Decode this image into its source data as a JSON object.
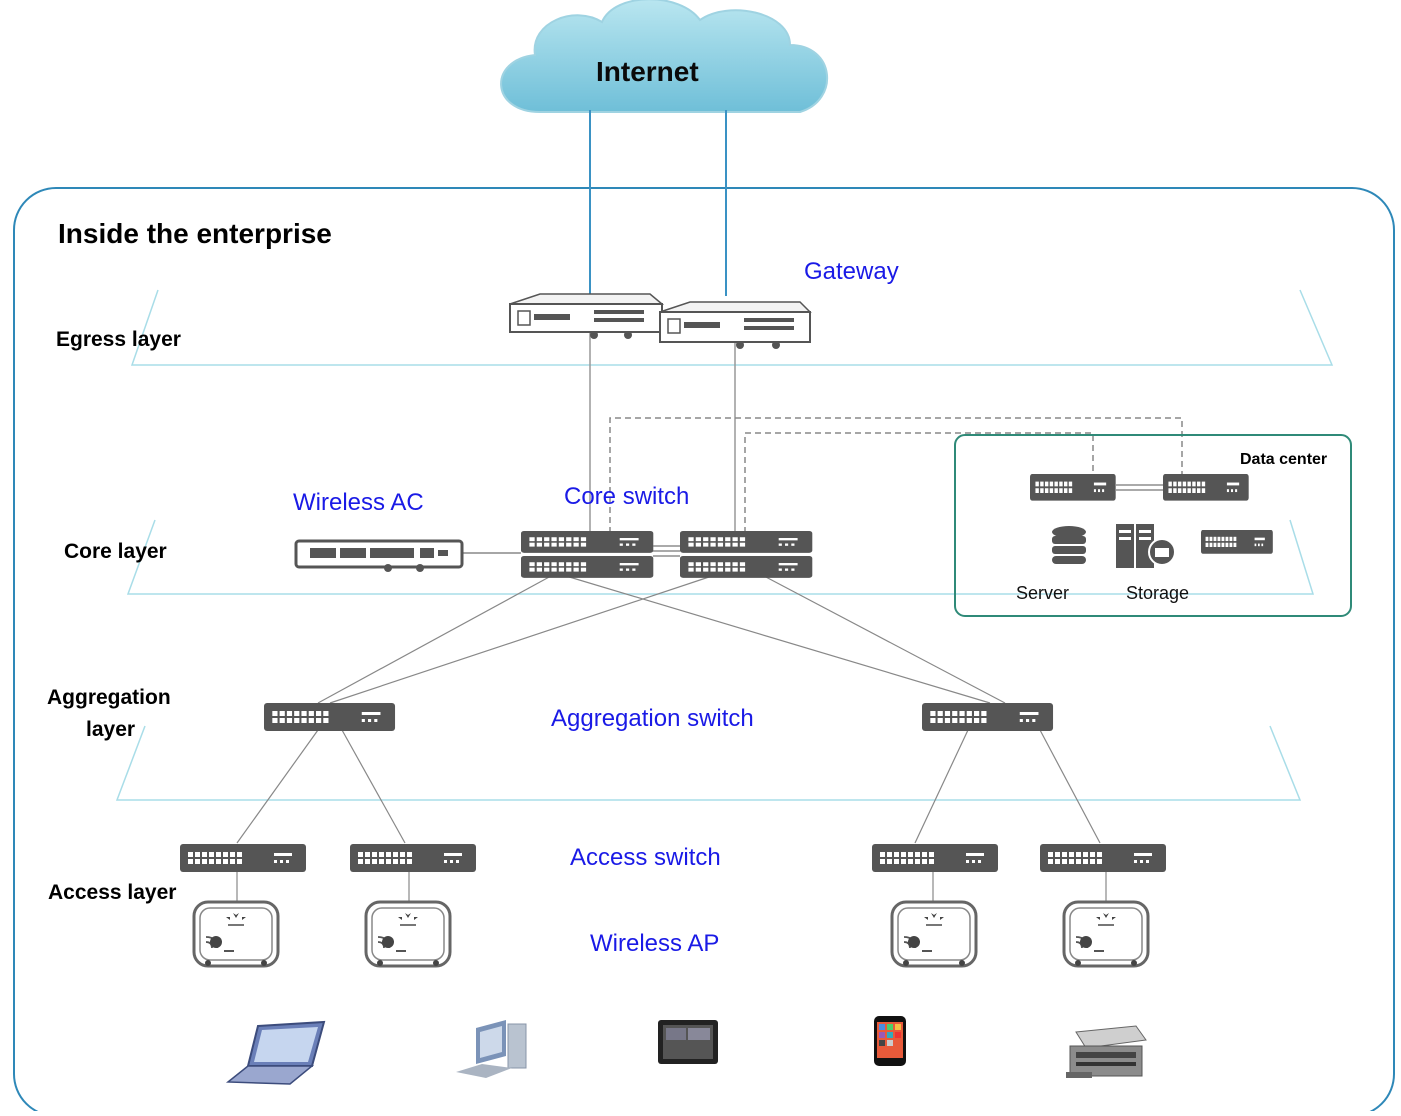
{
  "cloud": {
    "label": "Internet"
  },
  "enterprise": {
    "title": "Inside the enterprise"
  },
  "layers": {
    "egress": "Egress layer",
    "core": "Core layer",
    "aggregation_line1": "Aggregation",
    "aggregation_line2": "layer",
    "access": "Access layer"
  },
  "devices": {
    "gateway": "Gateway",
    "wireless_ac": "Wireless AC",
    "core_switch": "Core switch",
    "aggregation_switch": "Aggregation switch",
    "access_switch": "Access switch",
    "wireless_ap": "Wireless AP"
  },
  "data_center": {
    "title": "Data center",
    "server": "Server",
    "storage": "Storage"
  },
  "endpoints": [
    "laptop",
    "desktop",
    "tablet",
    "phone",
    "printer"
  ],
  "colors": {
    "device": "#555555",
    "blue_text": "#1a1ae6",
    "enterprise_border": "#2e88b8",
    "data_center_border": "#2f8a78",
    "plane_edge": "#a9dde8",
    "cloud": "#8fd4e6"
  }
}
